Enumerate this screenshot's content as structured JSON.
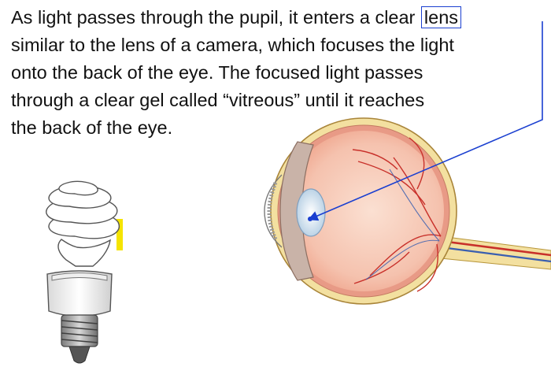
{
  "paragraph": {
    "line1_before": "As light passes through the pupil, it enters a clear ",
    "highlight": "lens",
    "line2": "similar to the lens of a camera, which focuses the light",
    "line3": "onto the back of the eye. The focused light passes",
    "line4": "through a clear gel called “vitreous” until it reaches",
    "line5": "the back of the eye."
  },
  "colors": {
    "text": "#111111",
    "highlight_box": "#1a3fd0",
    "pointer": "#1a3fd0",
    "eye_interior": "#f6c9b8",
    "sclera": "#f3e0a0",
    "vessels": "#c8302a",
    "bulb_glow": "#f5e400"
  },
  "icons": {
    "bulb": "cfl-light-bulb-icon",
    "eye": "eye-cross-section-icon"
  }
}
